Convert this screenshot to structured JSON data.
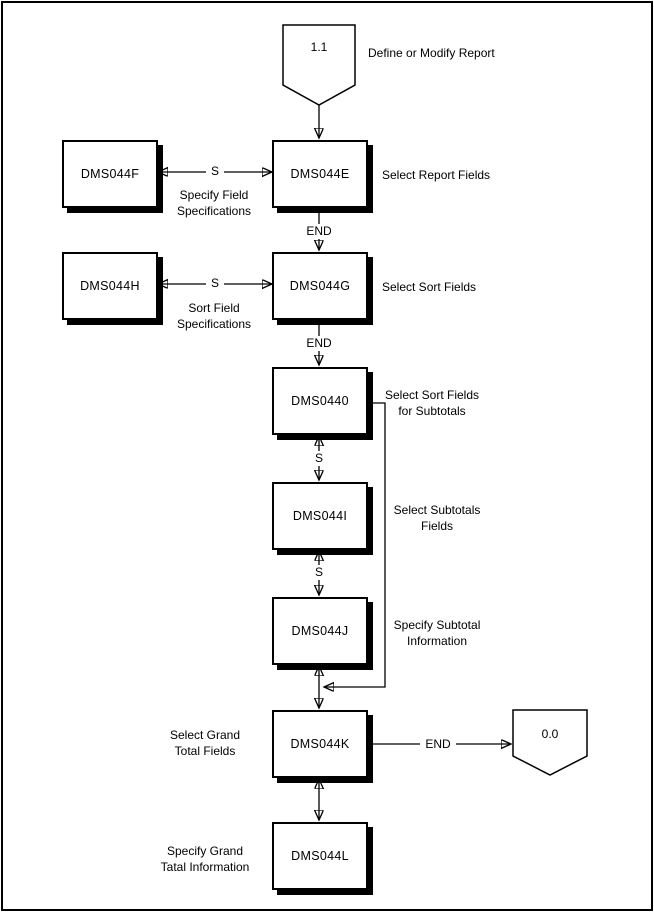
{
  "connector_start": {
    "label": "1.1",
    "caption": "Define or Modify Report"
  },
  "connector_end": {
    "label": "0.0"
  },
  "boxes": {
    "dms044e": "DMS044E",
    "dms044f": "DMS044F",
    "dms044g": "DMS044G",
    "dms044h": "DMS044H",
    "dms0440": "DMS0440",
    "dms044i": "DMS044I",
    "dms044j": "DMS044J",
    "dms044k": "DMS044K",
    "dms044l": "DMS044L"
  },
  "captions": {
    "select_report_fields": "Select Report Fields",
    "specify_field_specifications": "Specify Field\nSpecifications",
    "select_sort_fields": "Select Sort Fields",
    "sort_field_specifications": "Sort Field\nSpecifications",
    "select_sort_fields_for_subtotals": "Select Sort Fields\nfor Subtotals",
    "select_subtotals_fields": "Select Subtotals\nFields",
    "specify_subtotal_information": "Specify Subtotal\nInformation",
    "select_grand_total_fields": "Select Grand\nTotal Fields",
    "specify_grand_total_information": "Specify Grand\nTatal Information"
  },
  "edge_labels": {
    "s": "S",
    "end": "END"
  }
}
